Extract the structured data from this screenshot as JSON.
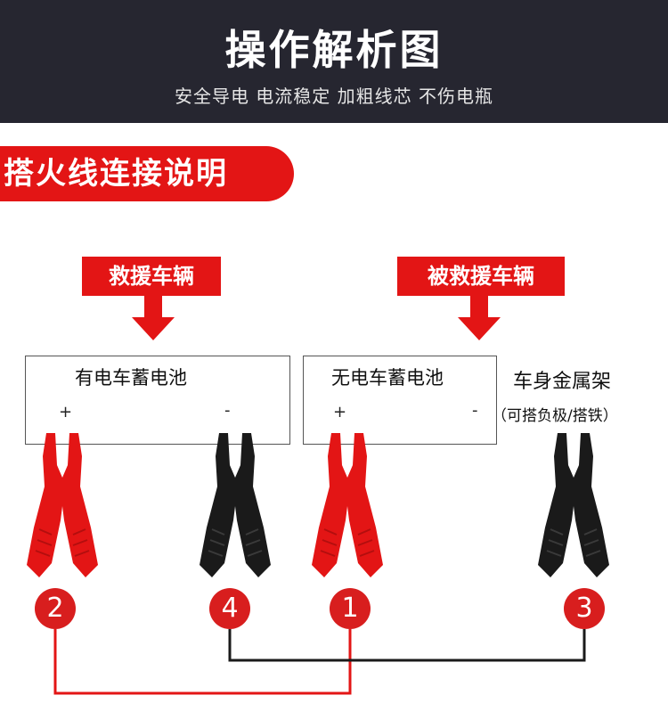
{
  "header": {
    "title": "操作解析图",
    "subtitle": "安全导电 电流稳定 加粗线芯 不伤电瓶"
  },
  "section_title": "搭火线连接说明",
  "rescue_label": "救援车辆",
  "rescued_label": "被救援车辆",
  "battery_good": {
    "title": "有电车蓄电池",
    "plus": "+",
    "minus": "-"
  },
  "battery_dead": {
    "title": "无电车蓄电池",
    "plus": "+",
    "minus": "-"
  },
  "ground": {
    "title": "车身金属架",
    "note": "（可搭负极/搭铁）"
  },
  "steps": [
    "2",
    "4",
    "1",
    "3"
  ],
  "colors": {
    "red": "#e31515",
    "black": "#1a1a1a",
    "dark_header": "#262630"
  }
}
